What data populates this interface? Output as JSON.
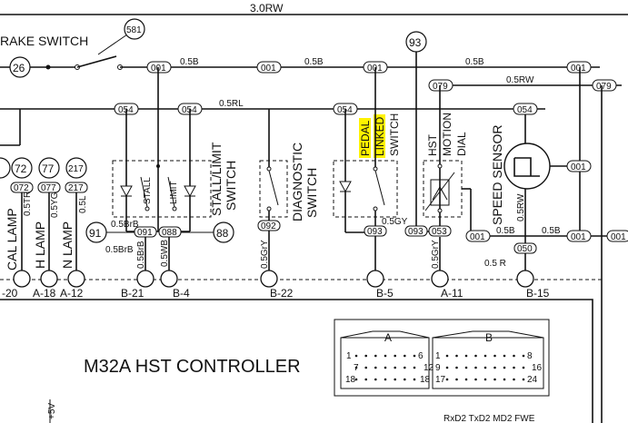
{
  "top_wire": "3.0RW",
  "brake_switch": "RAKE SWITCH",
  "callouts": {
    "c581": "581",
    "c26": "26",
    "c93": "93",
    "c72": "72",
    "c77": "77",
    "c217": "217",
    "c91": "91",
    "c88": "88"
  },
  "tags": {
    "t001": "001",
    "t054": "054",
    "t079": "079",
    "t072": "072",
    "t077": "077",
    "t217": "217",
    "t091": "091",
    "t088": "088",
    "t092": "092",
    "t093": "093",
    "t053": "053",
    "t050": "050"
  },
  "wires": {
    "b05": "0.5B",
    "rw05": "0.5RW",
    "rl05": "0.5RL",
    "brb05": "0.5BrB",
    "wb05": "0.5WB",
    "gry05": "0.5GrY",
    "gy05": "0.5GY",
    "tr05": "0.5TR",
    "yg05": "0.5YG",
    "l05": "0.5L",
    "r05": "0.5 R"
  },
  "components": {
    "stall": "STALL",
    "limit": "LIMIT",
    "stall_limit_1": "STALL/LIMIT",
    "stall_limit_2": "SWITCH",
    "diag_1": "DIAGNOSTIC",
    "diag_2": "SWITCH",
    "pedal": "PEDAL",
    "linked": "LINKED",
    "switch": "SWITCH",
    "hst": "HST",
    "motion": "MOTION",
    "dial": "DIAL",
    "speed_sensor": "SPEED SENSOR"
  },
  "lamps": {
    "cal": "CAL LAMP",
    "h": "H LAMP",
    "n": "N LAMP"
  },
  "pins": {
    "p20": "-20",
    "a18": "A-18",
    "a12": "A-12",
    "b21": "B-21",
    "b4": "B-4",
    "b22": "B-22",
    "b5": "B-5",
    "a11": "A-11",
    "b15": "B-15"
  },
  "controller": {
    "title": "M32A HST CONTROLLER",
    "conn_a": "A",
    "conn_b": "B",
    "a1": "1",
    "a6": "6",
    "a7": "7",
    "a12": "12",
    "a18l": "18",
    "a18r": "18",
    "b9": "9",
    "b8": "8",
    "b17": "17",
    "b16": "16",
    "b24": "24",
    "plus5v": "+5V",
    "bottom_labels": "RxD2    TxD2  MD2  FWE"
  }
}
